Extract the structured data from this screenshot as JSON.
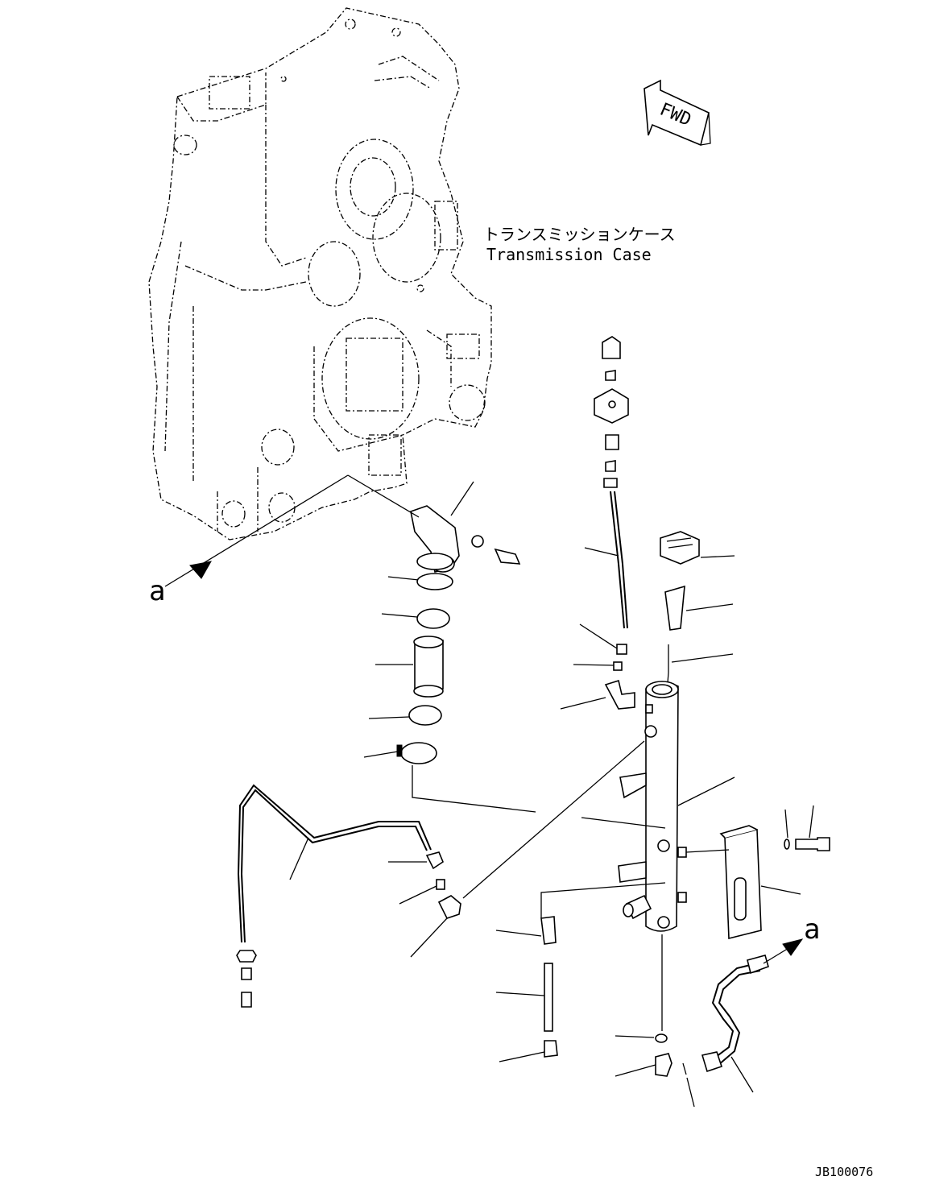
{
  "diagram": {
    "fwd_label": "FWD",
    "case_label_jp": "トランスミッションケース",
    "case_label_en": "Transmission Case",
    "ref_left": "a",
    "ref_right": "a",
    "drawing_number": "JB100076"
  }
}
